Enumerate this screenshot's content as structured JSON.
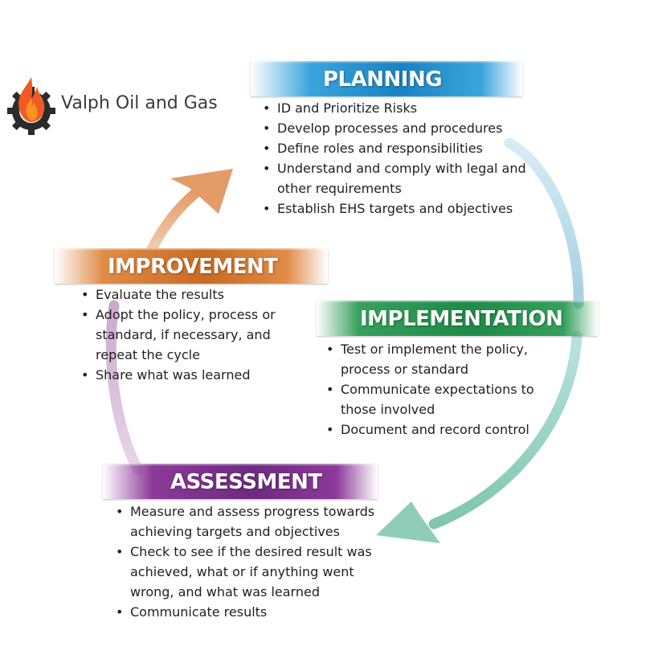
{
  "logo": {
    "text": "Valph Oil and Gas",
    "icon": "flame-gear-icon",
    "colors": {
      "gear": "#2b2b2b",
      "flame_outer": "#f15a24",
      "flame_inner": "#f7931e"
    }
  },
  "stages": {
    "planning": {
      "title": "PLANNING",
      "color": "#1b82c2",
      "items": [
        "ID and Prioritize Risks",
        "Develop processes and procedures",
        "Define roles and responsibilities",
        "Understand and comply with legal and other requirements",
        "Establish EHS targets and objectives"
      ]
    },
    "improvement": {
      "title": "IMPROVEMENT",
      "color": "#c96b22",
      "items": [
        "Evaluate the results",
        "Adopt the policy, process or standard, if necessary, and repeat the cycle",
        "Share what was learned"
      ]
    },
    "implementation": {
      "title": "IMPLEMENTATION",
      "color": "#1e8a48",
      "items": [
        "Test or implement the policy, process or standard",
        "Communicate expectations to those involved",
        "Document and record control"
      ]
    },
    "assessment": {
      "title": "ASSESSMENT",
      "color": "#6c2a80",
      "items": [
        "Measure and assess progress towards achieving targets and objectives",
        "Check to see if the desired result was achieved, what or if anything went wrong, and what was learned",
        "Communicate results"
      ]
    }
  },
  "arrows": {
    "planning_to_implementation": {
      "color": "#a9d3e6"
    },
    "implementation_to_assessment": {
      "color": "#9fd6c4"
    },
    "assessment_to_improvement": {
      "color": "#d8b8d9"
    },
    "improvement_to_planning": {
      "color": "#e7ac82"
    }
  }
}
